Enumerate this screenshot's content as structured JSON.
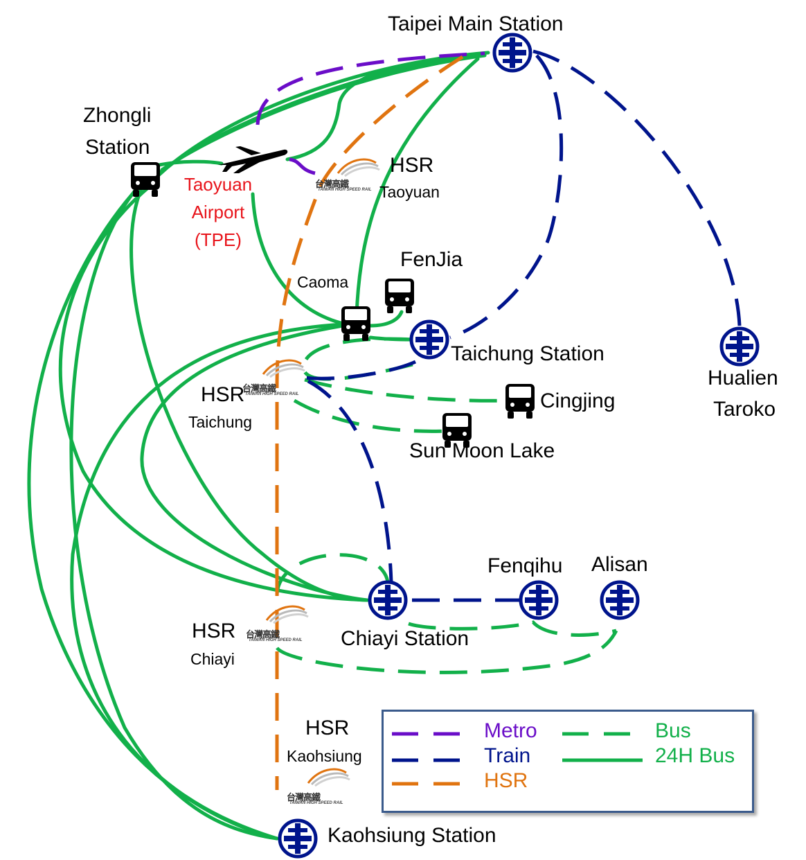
{
  "stations": {
    "taipei_main": "Taipei Main Station",
    "zhongli_l1": "Zhongli",
    "zhongli_l2": "Station",
    "airport_l1": "Taoyuan",
    "airport_l2": "Airport",
    "airport_l3": "(TPE)",
    "hsr_taoyuan_l1": "HSR",
    "hsr_taoyuan_l2": "Taoyuan",
    "fenjia": "FenJia",
    "caoma": "Caoma",
    "taichung_station": "Taichung Station",
    "hsr_taichung_l1": "HSR",
    "hsr_taichung_l2": "Taichung",
    "cingjing": "Cingjing",
    "sun_moon_lake": "Sun Moon Lake",
    "hualien_l1": "Hualien",
    "hualien_l2": "Taroko",
    "fenqihu": "Fenqihu",
    "alisan": "Alisan",
    "chiayi_station": "Chiayi Station",
    "hsr_chiayi_l1": "HSR",
    "hsr_chiayi_l2": "Chiayi",
    "hsr_kaohsiung_l1": "HSR",
    "hsr_kaohsiung_l2": "Kaohsiung",
    "kaohsiung_station": "Kaohsiung Station"
  },
  "hsr_logo": {
    "chinese": "台灣高鐵",
    "english": "TAIWAN HIGH SPEED RAIL"
  },
  "legend": {
    "metro": "Metro",
    "train": "Train",
    "hsr": "HSR",
    "bus": "Bus",
    "bus24": "24H Bus"
  },
  "colors": {
    "metro": "#6a0dc8",
    "train": "#00148c",
    "hsr": "#e07410",
    "bus": "#12b04a",
    "airport_label": "#e8141b",
    "legend_border": "#3b5b8c"
  },
  "icons": [
    "train-station-icon",
    "bus-icon",
    "airplane-icon",
    "hsr-logo-icon"
  ]
}
